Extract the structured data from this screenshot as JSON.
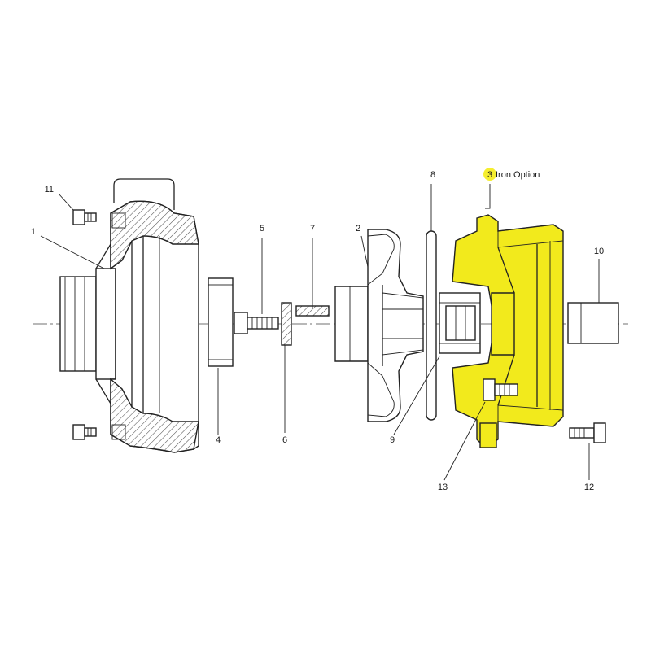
{
  "diagram": {
    "colors": {
      "highlight": "#f2ea1c",
      "highlight_marker": "#f5ee30",
      "line": "#222222",
      "hatch": "#555555",
      "background": "#ffffff"
    },
    "callouts": {
      "c1": "1",
      "c2": "2",
      "c3": "3",
      "c3_text": "Iron Option",
      "c4": "4",
      "c5": "5",
      "c6": "6",
      "c7": "7",
      "c8": "8",
      "c9": "9",
      "c10": "10",
      "c11": "11",
      "c12": "12",
      "c13": "13"
    }
  }
}
